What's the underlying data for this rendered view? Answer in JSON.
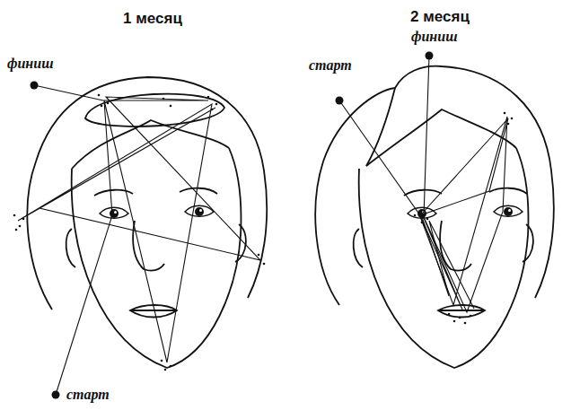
{
  "diagram": {
    "labels": [
      "1 месяц",
      "2 месяц",
      "финиш",
      "финиш",
      "старт",
      "старт"
    ]
  }
}
